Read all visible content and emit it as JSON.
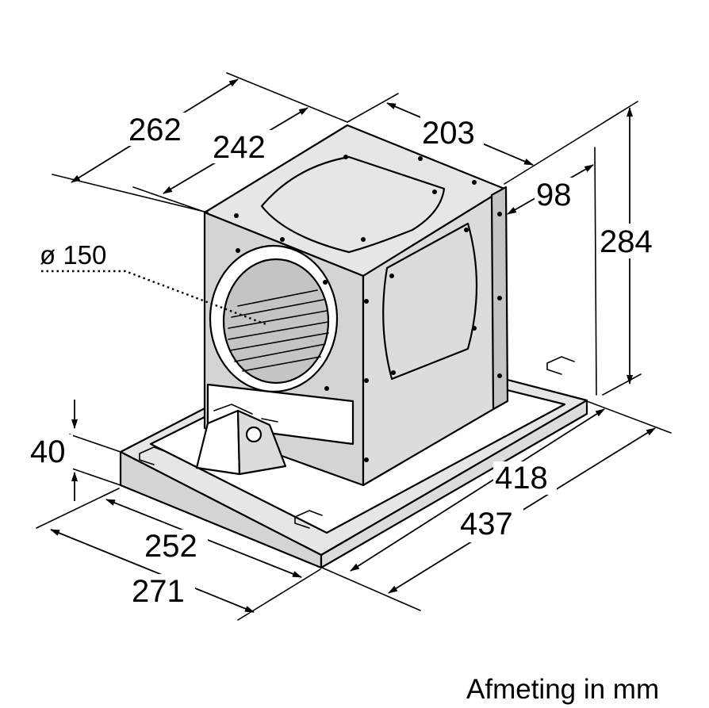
{
  "dimensions": {
    "depth_outer": "262",
    "depth_inner": "242",
    "width_motor": "203",
    "offset_side": "98",
    "height_total": "284",
    "diameter_outlet": "ø 150",
    "frame_height": "40",
    "frame_depth_inner": "252",
    "frame_depth_outer": "271",
    "frame_width_inner": "418",
    "frame_width_outer": "437"
  },
  "caption": "Afmeting in mm"
}
